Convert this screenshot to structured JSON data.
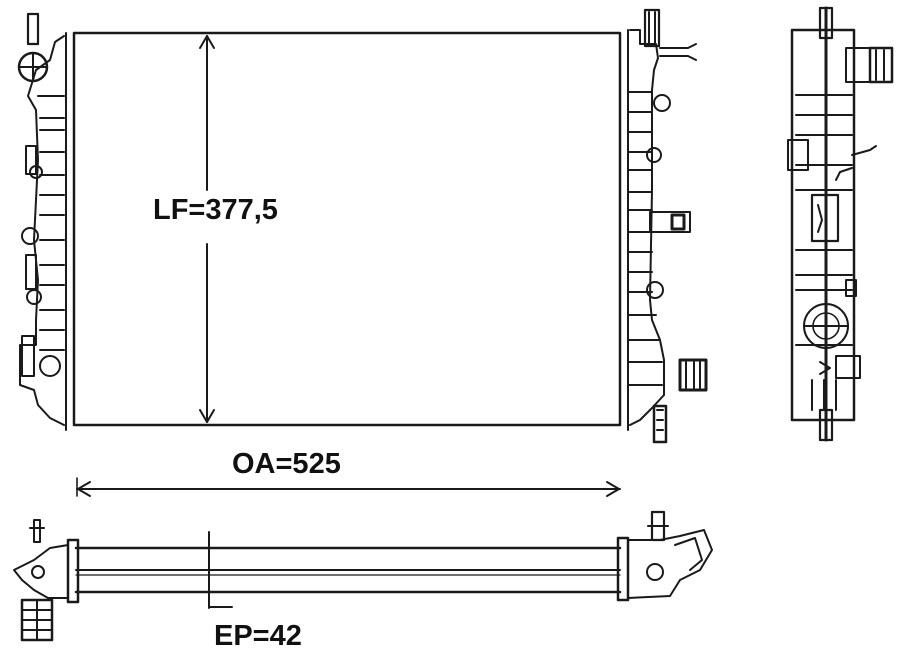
{
  "drawing": {
    "subject": "radiator technical drawing",
    "views": [
      "front-view",
      "side-view",
      "top-view"
    ],
    "stroke_color": "#1a1a1a",
    "background": "#ffffff"
  },
  "dimensions": {
    "lf": {
      "label": "LF=377,5",
      "name": "LF",
      "value": "377,5",
      "orientation": "vertical"
    },
    "oa": {
      "label": "OA=525",
      "name": "OA",
      "value": "525",
      "orientation": "horizontal"
    },
    "ep": {
      "label": "EP=42",
      "name": "EP",
      "value": "42",
      "orientation": "depth"
    }
  }
}
